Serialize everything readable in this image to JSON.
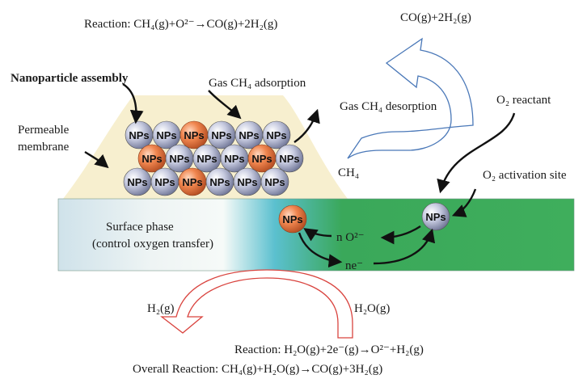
{
  "equations": {
    "top_reaction": "Reaction: CH₄(g)+O²⁻→CO(g)+2H₂(g)",
    "bottom_reaction": "Reaction: H₂O(g)+2e⁻(g)→O²⁻+H₂(g)",
    "overall_reaction": "Overall Reaction: CH₄(g)+H₂O(g)→CO(g)+3H₂(g)"
  },
  "labels": {
    "products_top": "CO(g)+2H₂(g)",
    "nanoparticle_assembly": "Nanoparticle assembly",
    "gas_adsorption": "Gas CH₄ adsorption",
    "gas_desorption": "Gas CH₄ desorption",
    "o2_reactant": "O₂ reactant",
    "permeable_line1": "Permeable",
    "permeable_line2": "membrane",
    "ch4": "CH₄",
    "o2_activation": "O₂ activation site",
    "surface_line1": "Surface phase",
    "surface_line2": "(control oxygen transfer)",
    "n_o2": "n O²⁻",
    "ne": "ne⁻",
    "h2": "H₂(g)",
    "h2o": "H₂O(g)"
  },
  "nanoparticle_label": "NPs",
  "nanoparticle_grid": [
    [
      "gray",
      "gray",
      "orange",
      "gray",
      "gray",
      "gray"
    ],
    [
      "orange",
      "gray",
      "gray",
      "gray",
      "orange",
      "gray"
    ],
    [
      "gray",
      "gray",
      "orange",
      "gray",
      "gray",
      "gray"
    ]
  ],
  "colors": {
    "np_gray": "#b9bdd6",
    "np_orange": "#ea7a47",
    "membrane": "#f7efcf",
    "surface_green": "#3fae5c",
    "surface_blue": "#dbe8f0",
    "arrow_blue": "#4a78b8",
    "arrow_red": "#d9443f"
  }
}
